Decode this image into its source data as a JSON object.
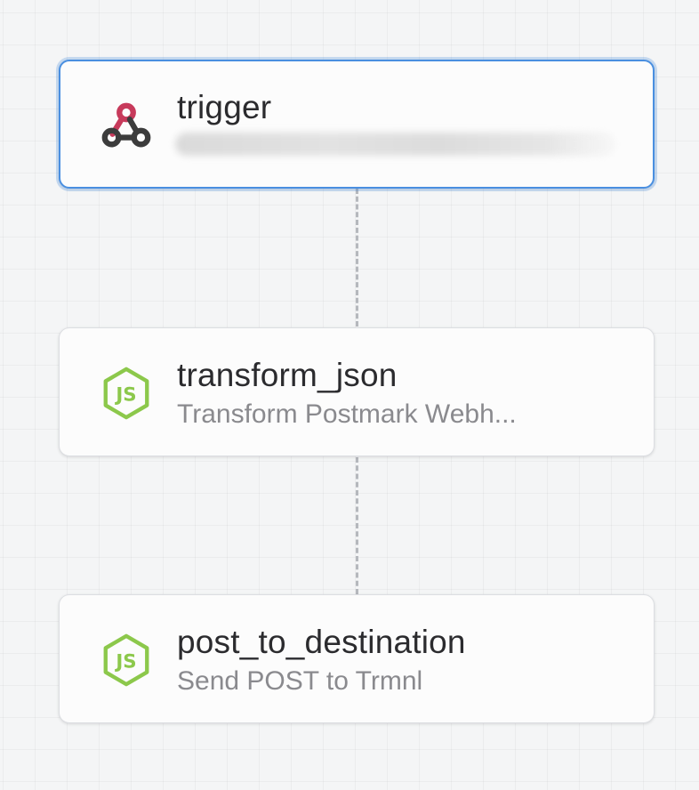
{
  "workflow": {
    "nodes": [
      {
        "title": "trigger",
        "subtitle": "",
        "icon": "webhook-icon",
        "selected": true,
        "icon_colors": {
          "primary": "#c73a5b",
          "secondary": "#3c3c3c"
        }
      },
      {
        "title": "transform_json",
        "subtitle": "Transform Postmark Webh...",
        "icon": "nodejs-icon",
        "selected": false,
        "icon_colors": {
          "primary": "#8cc84b"
        }
      },
      {
        "title": "post_to_destination",
        "subtitle": "Send POST to Trmnl",
        "icon": "nodejs-icon",
        "selected": false,
        "icon_colors": {
          "primary": "#8cc84b"
        }
      }
    ]
  },
  "colors": {
    "selection": "#4a8fe0",
    "connector": "#b5b8bd",
    "canvas": "#f4f5f6"
  }
}
